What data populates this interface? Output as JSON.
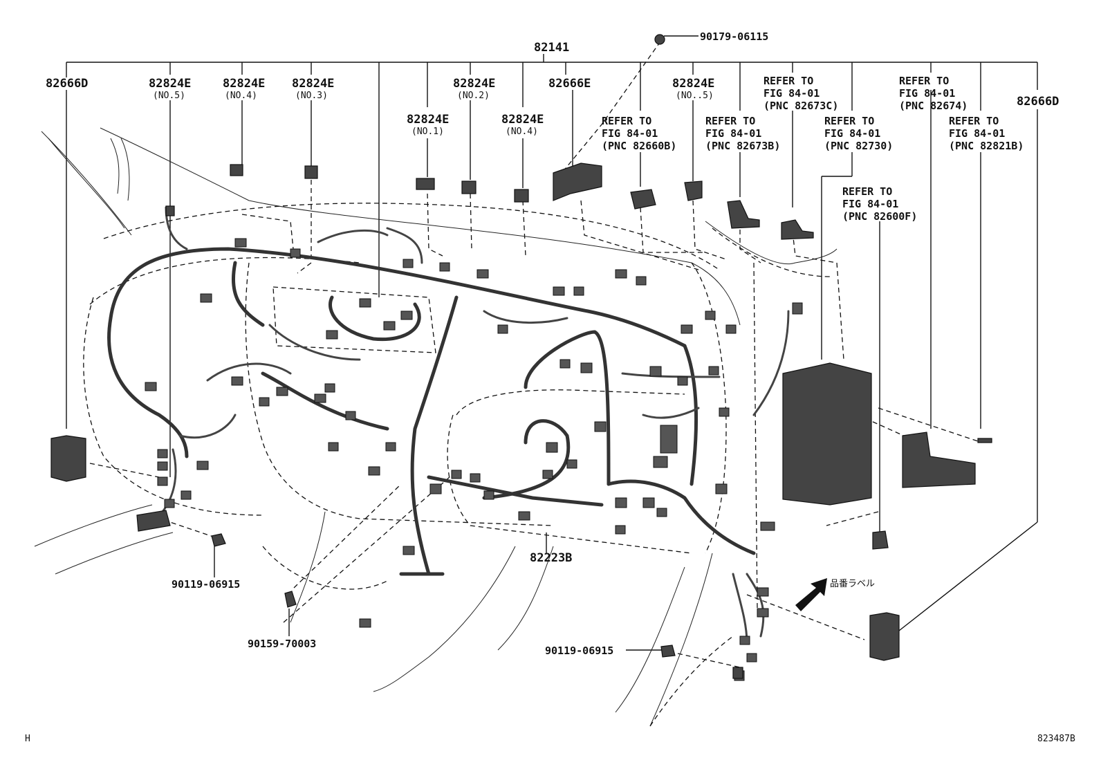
{
  "title": "82141",
  "labels": {
    "p82666d_left": "82666D",
    "p82824e_no5": "82824E",
    "p82824e_no5_sub": "(NO.5)",
    "p82824e_no4": "82824E",
    "p82824e_no4_sub": "(NO.4)",
    "p82824e_no3": "82824E",
    "p82824e_no3_sub": "(NO.3)",
    "p82824e_no2": "82824E",
    "p82824e_no2_sub": "(NO.2)",
    "p82666e": "82666E",
    "p82824e_no5b": "82824E",
    "p82824e_no5b_sub": "(NO..5)",
    "p82824e_no1": "82824E",
    "p82824e_no1_sub": "(NO.1)",
    "p82824e_no4b": "82824E",
    "p82824e_no4b_sub": "(NO.4)",
    "p82666d_right": "82666D",
    "p90179": "90179-06115",
    "p82223b": "82223B",
    "p90119_left": "90119-06915",
    "p90159": "90159-70003",
    "p90119_right": "90119-06915",
    "part_label_jp": "品番ラベル"
  },
  "refs": {
    "r82660b": [
      "REFER TO",
      "FIG 84-01",
      "(PNC 82660B)"
    ],
    "r82673b": [
      "REFER TO",
      "FIG 84-01",
      "(PNC 82673B)"
    ],
    "r82673c": [
      "REFER TO",
      "FIG 84-01",
      "(PNC 82673C)"
    ],
    "r82730": [
      "REFER TO",
      "FIG 84-01",
      "(PNC 82730)"
    ],
    "r82674": [
      "REFER TO",
      "FIG 84-01",
      "(PNC 82674)"
    ],
    "r82821b": [
      "REFER TO",
      "FIG 84-01",
      "(PNC 82821B)"
    ],
    "r82600f": [
      "REFER TO",
      "FIG 84-01",
      "(PNC 82600F)"
    ]
  },
  "footer": {
    "left": "H",
    "right": "823487B"
  }
}
